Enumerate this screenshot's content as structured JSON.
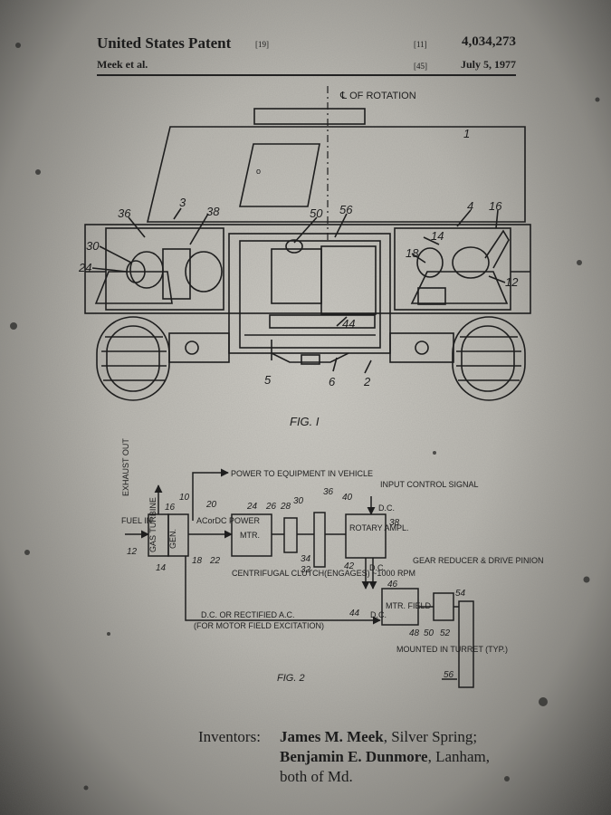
{
  "header": {
    "title": "United States Patent",
    "title_code": "[19]",
    "number_code": "[11]",
    "patent_number": "4,034,273",
    "author": "Meek et al.",
    "date_code": "[45]",
    "date": "July 5, 1977"
  },
  "figure1": {
    "caption": "FIG. I",
    "rotation_label": "℄ OF ROTATION",
    "refs": [
      "36",
      "3",
      "38",
      "50",
      "56",
      "4",
      "16",
      "30",
      "24",
      "18",
      "14",
      "12",
      "44",
      "5",
      "6",
      "2",
      "1"
    ]
  },
  "figure2": {
    "caption": "FIG. 2",
    "exhaust": "EXHAUST OUT",
    "fuel": "FUEL IN",
    "turbine": "GAS TURBINE",
    "gen": "GEN.",
    "power_to_equipment": "POWER TO EQUIPMENT IN VEHICLE",
    "ac_dc_power": "ACorDC POWER",
    "mtr": "MTR.",
    "clutch": "CENTRIFUGAL CLUTCH(ENGAGES) ~1000 RPM",
    "rotary_ampl": "ROTARY AMPL.",
    "input_control": "INPUT CONTROL SIGNAL",
    "dc_top": "D.C.",
    "dc_mid": "D.C.",
    "dc_field": "D.C. OR RECTIFIED A.C.",
    "field_note": "(FOR MOTOR FIELD EXCITATION)",
    "gear_reducer": "GEAR REDUCER & DRIVE PINION",
    "mtr_field": "MTR. FIELD",
    "dc_small": "D.C.",
    "mounted": "MOUNTED IN TURRET (TYP.)"
  },
  "inventors": {
    "label": "Inventors:",
    "name1": "James M. Meek",
    "place1": ", Silver Spring;",
    "name2": "Benjamin E. Dunmore",
    "place2": ", Lanham,",
    "line3": "both of Md."
  },
  "colors": {
    "paper": "#c4c2bb",
    "ink": "#1e1e1e",
    "vignette": "#3f3e3b"
  }
}
